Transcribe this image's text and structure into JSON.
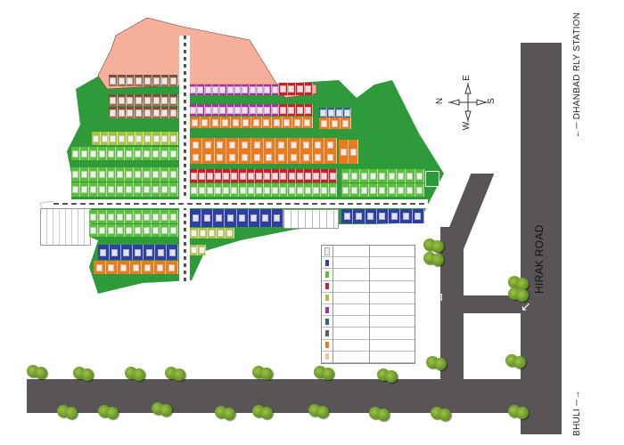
{
  "map": {
    "type": "site-layout-plan",
    "orientation": "rotated 90deg counter-clockwise",
    "roads": {
      "hirak_road": "HIRAK ROAD",
      "to_station": "DHANBAD RLY STATION",
      "to_bhuli": "BHULI"
    },
    "compass": {
      "n": "N",
      "e": "E",
      "s": "S",
      "w": "W"
    },
    "colors": {
      "road": "#595556",
      "green_area": "#2f9a3a",
      "reserved": "#f4b09a",
      "brown_plots": "#8a5a3c",
      "purple_plots": "#a52fa3",
      "red_plots": "#c8202a",
      "orange_plots": "#ea7a1e",
      "lightgreen_plots": "#5cbf3a",
      "olive_plots": "#a9c23a",
      "blue_plots": "#2f3f9f",
      "tree": "#6a9a2a"
    },
    "legend": {
      "rows": 10,
      "swatches": [
        "#ffffff",
        "#2f3f9f",
        "#5cbf3a",
        "#c8202a",
        "#a9c23a",
        "#a52fa3",
        "#2f6a7a",
        "#6b5a4a",
        "#ea7a1e",
        "#f4c0a8"
      ]
    },
    "labels_note": "Plot and legend text is illegible at this resolution"
  }
}
